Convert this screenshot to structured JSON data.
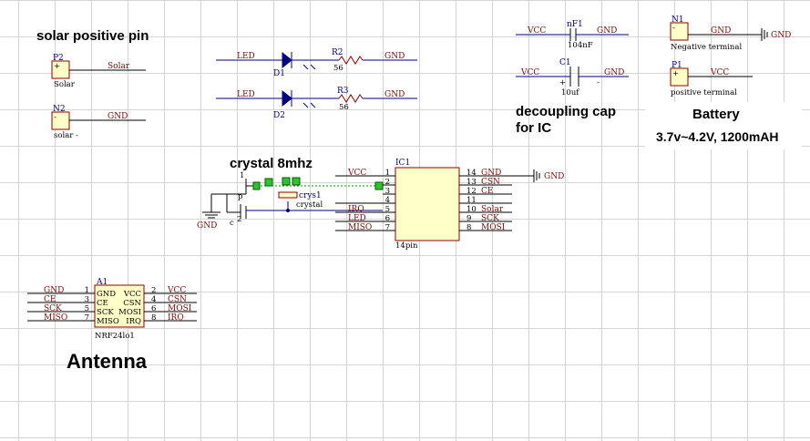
{
  "annotations": {
    "solar_title": "solar positive pin",
    "crystal_title": "crystal 8mhz",
    "decoupling_line1": "decoupling cap",
    "decoupling_line2": "for IC",
    "battery_title": "Battery",
    "battery_spec": "3.7v~4.2V, 1200mAH",
    "antenna_title": "Antenna"
  },
  "p2": {
    "des": "P2",
    "name": "Solar",
    "net": "Solar",
    "pin_mark": "+"
  },
  "n2": {
    "des": "N2",
    "name": "solar -",
    "net": "GND",
    "pin_mark": "-"
  },
  "leds": [
    {
      "net_in": "LED",
      "diode": "D1",
      "resistor": "R2",
      "value": "56",
      "net_out": "GND"
    },
    {
      "net_in": "LED",
      "diode": "D2",
      "resistor": "R3",
      "value": "56",
      "net_out": "GND"
    }
  ],
  "cap_nf1": {
    "des": "nF1",
    "value": "104nF",
    "net_left": "VCC",
    "net_right": "GND"
  },
  "cap_c1": {
    "des": "C1",
    "value": "10uf",
    "net_left": "VCC",
    "net_right": "GND",
    "plus": "+",
    "minus": "-"
  },
  "battery_n1": {
    "des": "N1",
    "name": "Negative terminal",
    "net": "GND",
    "gnd": "GND",
    "pin_mark": "-"
  },
  "battery_p1": {
    "des": "P1",
    "name": "positive terminal",
    "net": "VCC",
    "pin_mark": "+"
  },
  "crystal": {
    "des": "crys1",
    "name": "crystal",
    "pin1": "1",
    "pin2": "2",
    "mark_p": "p",
    "mark_c": "c",
    "gnd": "GND"
  },
  "ic1": {
    "des": "IC1",
    "package": "14pin",
    "gnd": "GND",
    "left_pins": [
      {
        "num": "1",
        "net": "VCC"
      },
      {
        "num": "2",
        "net": ""
      },
      {
        "num": "3",
        "net": ""
      },
      {
        "num": "4",
        "net": ""
      },
      {
        "num": "5",
        "net": "IRQ"
      },
      {
        "num": "6",
        "net": "LED"
      },
      {
        "num": "7",
        "net": "MISO"
      }
    ],
    "right_pins": [
      {
        "num": "14",
        "net": "GND"
      },
      {
        "num": "13",
        "net": "CSN"
      },
      {
        "num": "12",
        "net": "CE"
      },
      {
        "num": "11",
        "net": ""
      },
      {
        "num": "10",
        "net": "Solar"
      },
      {
        "num": "9",
        "net": "SCK"
      },
      {
        "num": "8",
        "net": "MOSI"
      }
    ]
  },
  "a1": {
    "des": "A1",
    "name": "NRF24lo1",
    "left_pins": [
      {
        "num": "1",
        "net": "GND",
        "label": "GND"
      },
      {
        "num": "3",
        "net": "CE",
        "label": "CE"
      },
      {
        "num": "5",
        "net": "SCK",
        "label": "SCK"
      },
      {
        "num": "7",
        "net": "MISO",
        "label": "MISO"
      }
    ],
    "right_pins": [
      {
        "num": "2",
        "net": "VCC",
        "label": "VCC"
      },
      {
        "num": "4",
        "net": "CSN",
        "label": "CSN"
      },
      {
        "num": "6",
        "net": "MOSI",
        "label": "MOSI"
      },
      {
        "num": "8",
        "net": "IRQ",
        "label": "IRQ"
      }
    ]
  }
}
